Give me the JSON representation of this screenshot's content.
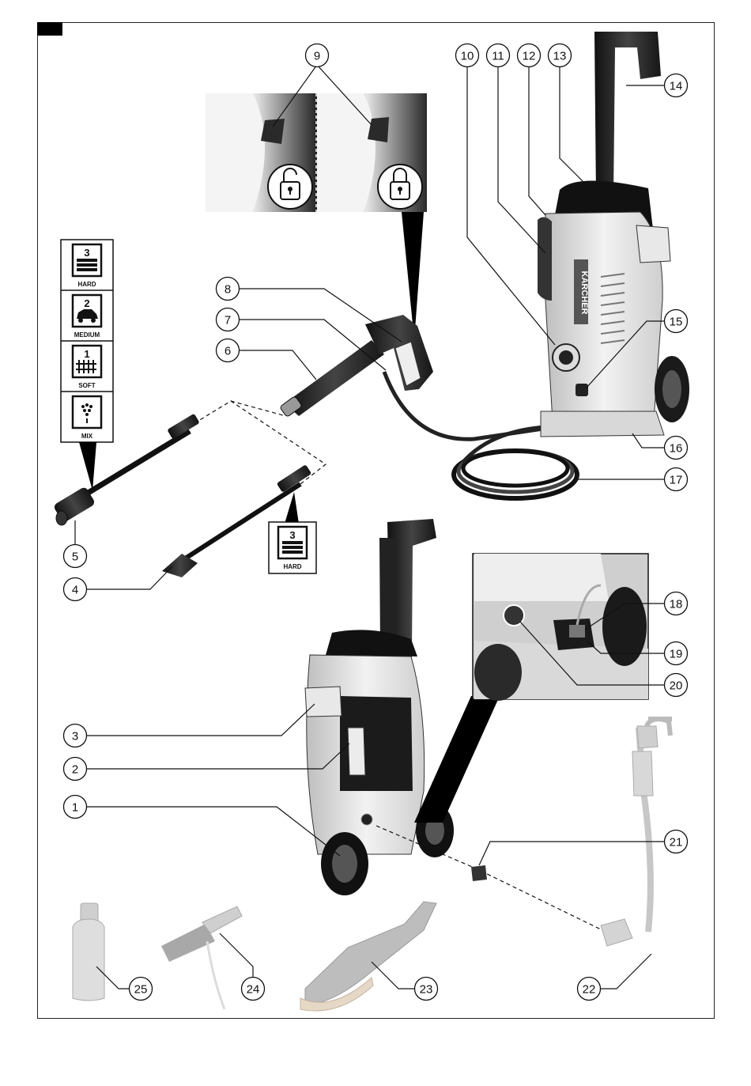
{
  "callouts": [
    "1",
    "2",
    "3",
    "4",
    "5",
    "6",
    "7",
    "8",
    "9",
    "10",
    "11",
    "12",
    "13",
    "14",
    "15",
    "16",
    "17",
    "18",
    "19",
    "20",
    "21",
    "22",
    "23",
    "24",
    "25"
  ],
  "brand": "KÄRCHER",
  "nozzle_modes": [
    {
      "level": "3",
      "label": "HARD"
    },
    {
      "level": "2",
      "label": "MEDIUM"
    },
    {
      "level": "1",
      "label": "SOFT"
    },
    {
      "level": "",
      "label": "MIX"
    }
  ],
  "lance_badge": {
    "level": "3",
    "label": "HARD"
  }
}
